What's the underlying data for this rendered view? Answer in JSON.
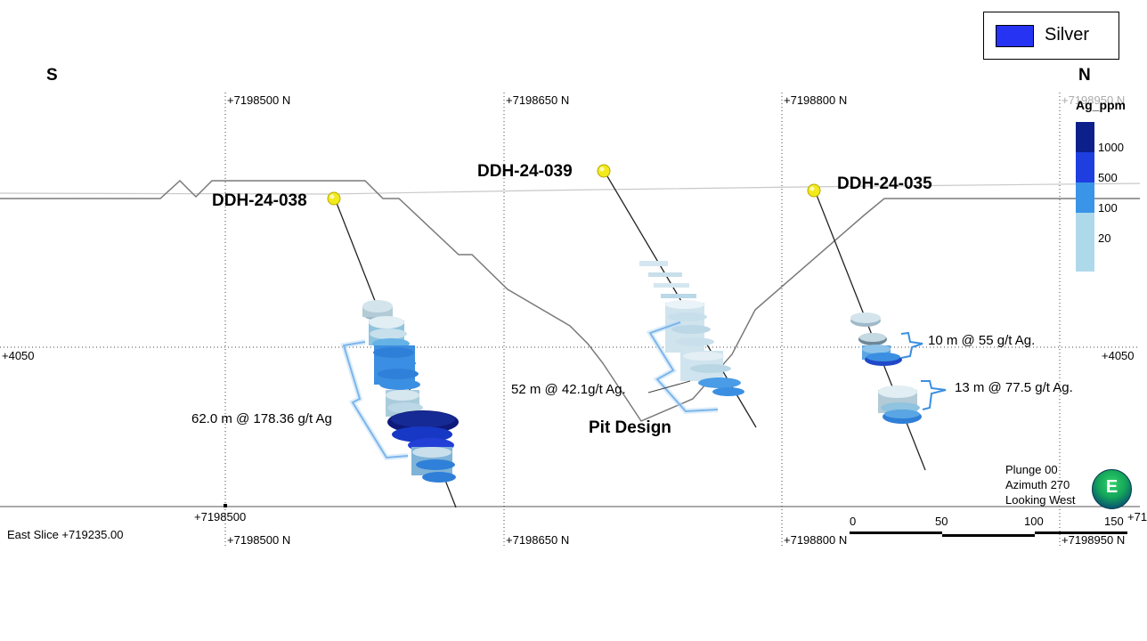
{
  "legend": {
    "label": "Silver",
    "swatch_color": "#2633f2"
  },
  "directions": {
    "south": "S",
    "north": "N"
  },
  "grid_labels_top": [
    "+7198500 N",
    "+7198650 N",
    "+7198800 N",
    "+7198950 N"
  ],
  "grid_labels_bottom": [
    "+7198500 N",
    "+7198650 N",
    "+7198800 N",
    "+7198950 N"
  ],
  "elevation_label_left": "+4050",
  "elevation_label_right": "+4050",
  "axis_label_lower": "+7198500",
  "edge_fragment": "+71",
  "drill_holes": [
    {
      "name": "DDH-24-038",
      "intercept": "62.0 m @ 178.36 g/t Ag"
    },
    {
      "name": "DDH-24-039",
      "intercept": "52 m @ 42.1g/t Ag."
    },
    {
      "name": "DDH-24-035",
      "intercept_upper": "10 m @ 55 g/t Ag.",
      "intercept_lower": "13 m @ 77.5 g/t Ag."
    }
  ],
  "pit_design_label": "Pit Design",
  "color_scale": {
    "title": "Ag_ppm",
    "ticks": [
      "1000",
      "500",
      "100",
      "20"
    ],
    "colors": [
      "#0d1f8a",
      "#1f3ee0",
      "#3a95e8",
      "#aed9ea"
    ]
  },
  "view_info": {
    "plunge": "Plunge 00",
    "azimuth": "Azimuth 270",
    "looking": "Looking West"
  },
  "compass_letter": "E",
  "slice_label": "East Slice +719235.00",
  "scale_bar": {
    "ticks": [
      "0",
      "50",
      "100",
      "150"
    ]
  },
  "colors": {
    "collar": "#f2ea1b",
    "bracket": "#3a8fe0",
    "topography": "#7a7a7a"
  }
}
